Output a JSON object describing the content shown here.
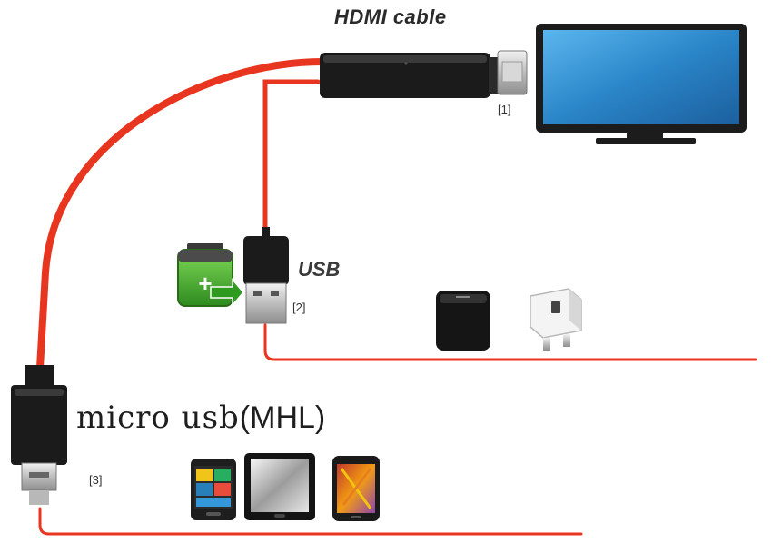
{
  "labels": {
    "hdmi_cable": "HDMI cable",
    "usb": "USB",
    "micro_usb": "micro usb",
    "mhl": "(MHL)",
    "ref_1": "[1]",
    "ref_2": "[2]",
    "ref_3": "[3]"
  },
  "colors": {
    "cable": "#e8351f",
    "connector": "#1b1b1b",
    "tv_screen": "#2a86c8",
    "tv_frame": "#1c1c1c",
    "battery_green": "#3fae2a"
  },
  "icons": [
    "tv-icon",
    "battery-icon",
    "power-bank-icon",
    "wall-charger-icon",
    "smartphone-icon",
    "tablet-icon",
    "android-phone-icon"
  ]
}
